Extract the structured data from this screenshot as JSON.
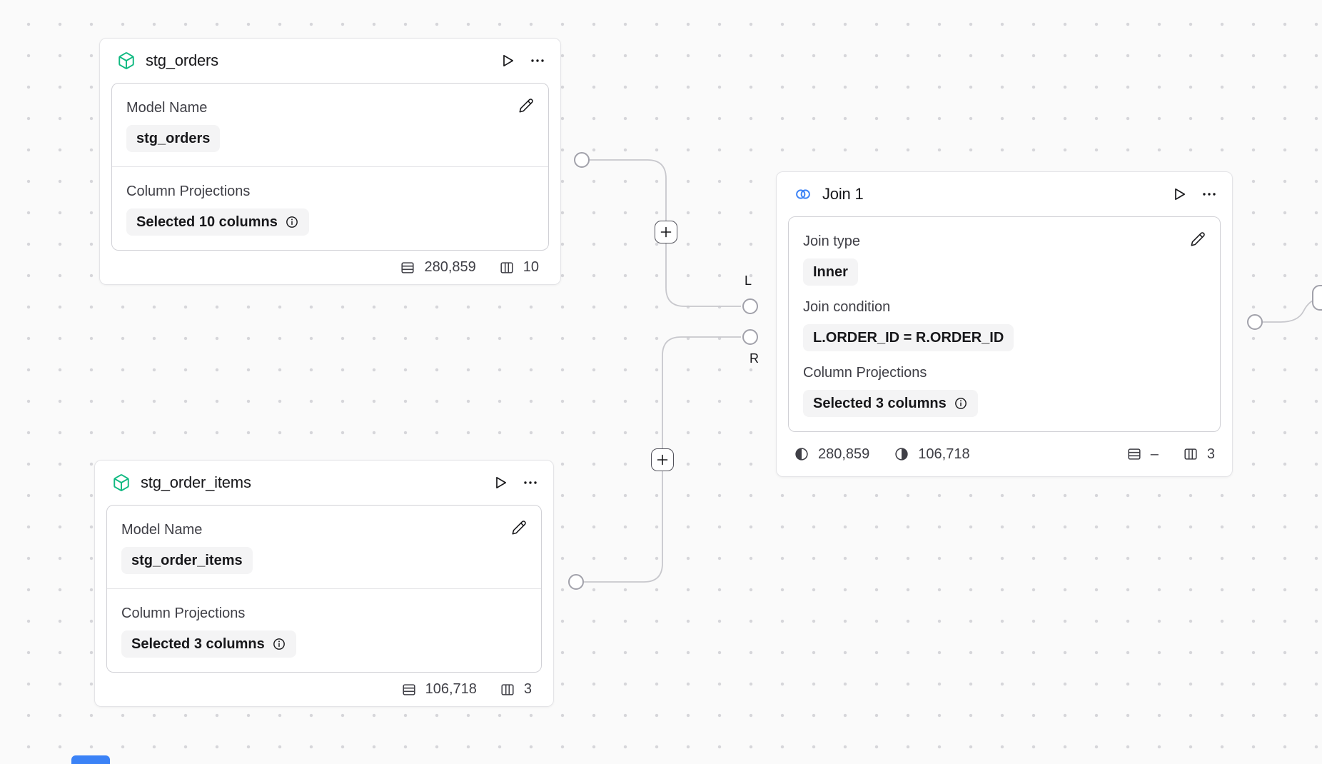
{
  "canvas": {
    "type": "dataflow-editor"
  },
  "colors": {
    "canvas_bg": "#fafafa",
    "canvas_dot": "#d6d6da",
    "node_bg": "#ffffff",
    "node_border": "#e4e4e7",
    "inner_border": "#d1d1d6",
    "divider": "#e4e4e7",
    "badge_bg": "#f4f4f5",
    "text_primary": "#18181b",
    "text_secondary": "#3f3f46",
    "edge": "#c8c8cd",
    "port_border": "#a1a1aa",
    "plus_border": "#52525b",
    "model_icon": "#10b981",
    "join_icon": "#3b82f6",
    "accent_blue": "#3b82f6"
  },
  "icons": {
    "model": "box-icon",
    "join": "venn-icon",
    "run": "play-icon",
    "menu": "ellipsis-icon",
    "edit": "pencil-icon",
    "info": "info-icon",
    "rows": "rows-icon",
    "columns": "columns-icon",
    "left_rows": "half-circle-left-icon",
    "right_rows": "half-circle-right-icon",
    "add": "plus-icon"
  },
  "nodes": {
    "stg_orders": {
      "title": "stg_orders",
      "model_name_label": "Model Name",
      "model_name": "stg_orders",
      "column_projections_label": "Column Projections",
      "column_projections": "Selected 10 columns",
      "row_count": "280,859",
      "column_count": "10"
    },
    "stg_order_items": {
      "title": "stg_order_items",
      "model_name_label": "Model Name",
      "model_name": "stg_order_items",
      "column_projections_label": "Column Projections",
      "column_projections": "Selected 3 columns",
      "row_count": "106,718",
      "column_count": "3"
    },
    "join1": {
      "title": "Join 1",
      "join_type_label": "Join type",
      "join_type": "Inner",
      "join_condition_label": "Join condition",
      "join_condition": "L.ORDER_ID = R.ORDER_ID",
      "column_projections_label": "Column Projections",
      "column_projections": "Selected 3 columns",
      "left_row_count": "280,859",
      "right_row_count": "106,718",
      "row_count": "–",
      "column_count": "3"
    }
  },
  "edges": {
    "left_port_label": "L",
    "right_port_label": "R"
  }
}
